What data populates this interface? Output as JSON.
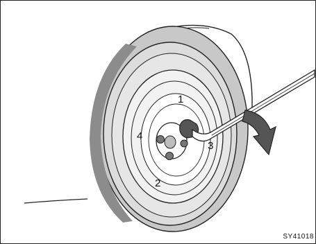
{
  "figure": {
    "sequence_labels": [
      "1",
      "2",
      "3",
      "4"
    ],
    "reference_code": "SY41018"
  },
  "colors": {
    "tire_dark": "#8c8c8c",
    "tire_mid": "#b4b4b4",
    "tire_light": "#dcdcdc",
    "line": "#222222",
    "background": "#ffffff"
  }
}
